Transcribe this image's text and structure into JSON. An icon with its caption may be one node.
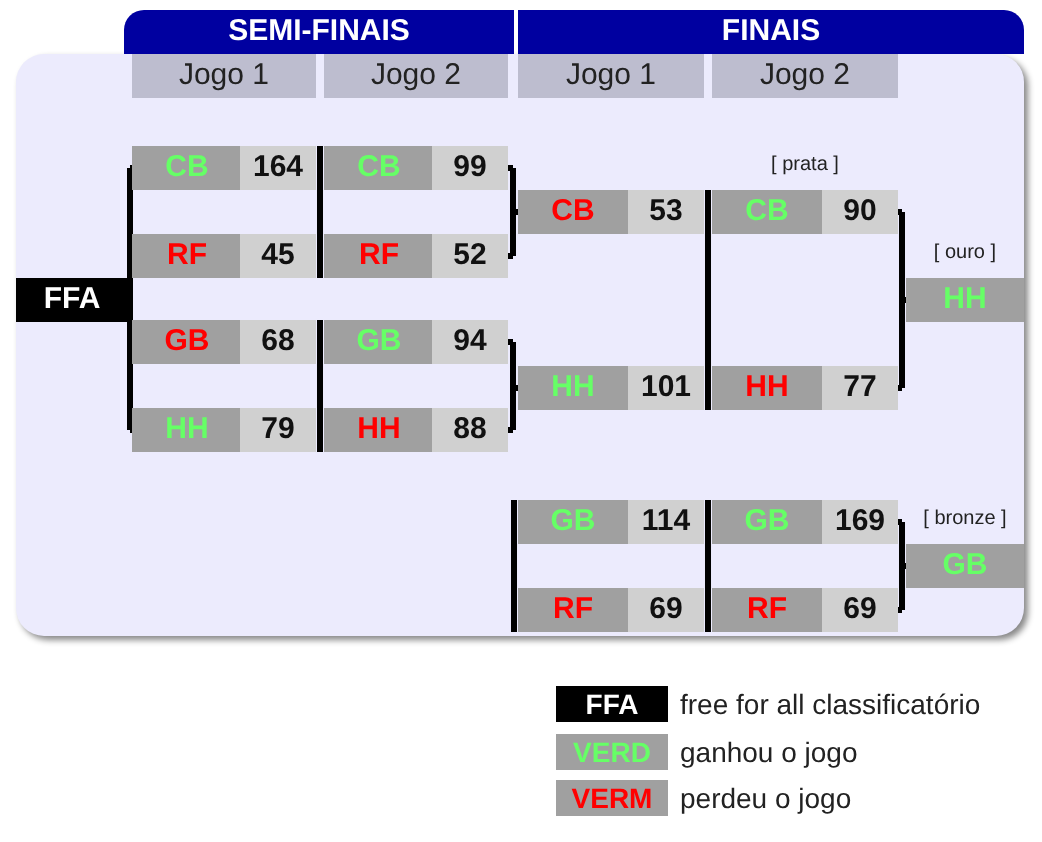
{
  "diagram": {
    "nodes": [
      {
        "text": [
          "SEMI-FINAIS"
        ]
      },
      {
        "text": [
          "FINAIS"
        ]
      },
      {
        "text": [
          "Jogo 1"
        ]
      },
      {
        "text": [
          "Jogo 2"
        ]
      },
      {
        "text": [
          "Jogo 1"
        ]
      },
      {
        "text": [
          "Jogo 2"
        ]
      },
      {
        "text": [
          "FFA"
        ]
      },
      {
        "text": [
          "CB",
          "164"
        ]
      },
      {
        "text": [
          "RF",
          "45"
        ]
      },
      {
        "text": [
          "GB",
          "68"
        ]
      },
      {
        "text": [
          "HH",
          "79"
        ]
      },
      {
        "text": [
          "CB",
          "99"
        ]
      },
      {
        "text": [
          "RF",
          "52"
        ]
      },
      {
        "text": [
          "GB",
          "94"
        ]
      },
      {
        "text": [
          "HH",
          "88"
        ]
      },
      {
        "text": [
          "CB",
          "53"
        ]
      },
      {
        "text": [
          "HH",
          "101"
        ]
      },
      {
        "text": [
          "CB",
          "90"
        ],
        "beside": [
          "[ prata ]"
        ]
      },
      {
        "text": [
          "HH",
          "77"
        ]
      },
      {
        "text": [
          "HH"
        ],
        "beside": [
          "[ ouro ]"
        ]
      },
      {
        "text": [
          "GB",
          "114"
        ]
      },
      {
        "text": [
          "RF",
          "69"
        ]
      },
      {
        "text": [
          "GB",
          "169"
        ]
      },
      {
        "text": [
          "RF",
          "69"
        ]
      },
      {
        "text": [
          "GB"
        ],
        "beside": [
          "[ bronze ]"
        ]
      }
    ],
    "edges": [
      {
        "from": 6,
        "to": 7,
        "arrow": "none"
      },
      {
        "from": 6,
        "to": 8,
        "arrow": "none"
      },
      {
        "from": 6,
        "to": 9,
        "arrow": "none"
      },
      {
        "from": 6,
        "to": 10,
        "arrow": "none"
      },
      {
        "from": 11,
        "to": 15,
        "arrow": "none"
      },
      {
        "from": 12,
        "to": 15,
        "arrow": "none"
      },
      {
        "from": 13,
        "to": 16,
        "arrow": "none"
      },
      {
        "from": 14,
        "to": 16,
        "arrow": "none"
      },
      {
        "from": 17,
        "to": 19,
        "arrow": "none"
      },
      {
        "from": 18,
        "to": 19,
        "arrow": "none"
      },
      {
        "from": 22,
        "to": 24,
        "arrow": "none"
      },
      {
        "from": 23,
        "to": 24,
        "arrow": "none"
      }
    ],
    "labels": [
      "FFA",
      "VERD",
      "VERM"
    ],
    "legend": [
      {
        "text": "free for all classificatório",
        "color": "#000000"
      },
      {
        "text": "ganhou o jogo",
        "color": "#a0a0a0"
      },
      {
        "text": "perdeu o jogo",
        "color": "#a0a0a0"
      }
    ]
  }
}
